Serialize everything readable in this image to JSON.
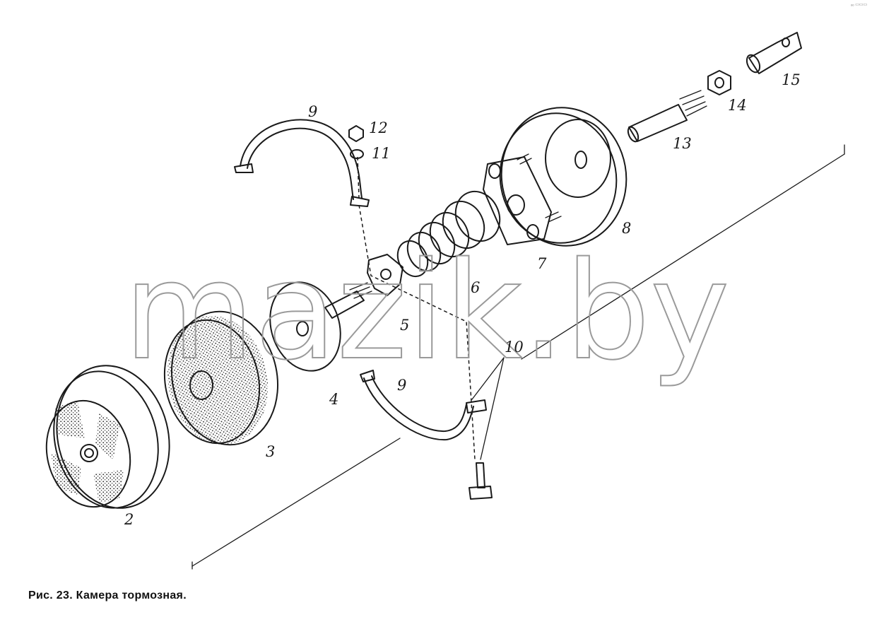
{
  "figure": {
    "caption": "Рис. 23. Камера тормозная.",
    "watermark": "mazik.by",
    "corner_mark": "ₒₒ ▭▭▭"
  },
  "parts": [
    {
      "number": "2"
    },
    {
      "number": "3"
    },
    {
      "number": "4"
    },
    {
      "number": "5"
    },
    {
      "number": "6"
    },
    {
      "number": "7"
    },
    {
      "number": "8"
    },
    {
      "number": "9"
    },
    {
      "number": "9"
    },
    {
      "number": "10"
    },
    {
      "number": "11"
    },
    {
      "number": "12"
    },
    {
      "number": "13"
    },
    {
      "number": "14"
    },
    {
      "number": "15"
    }
  ],
  "colors": {
    "ink": "#1a1a1a",
    "watermark": "#9a9a9a",
    "background": "#ffffff"
  }
}
